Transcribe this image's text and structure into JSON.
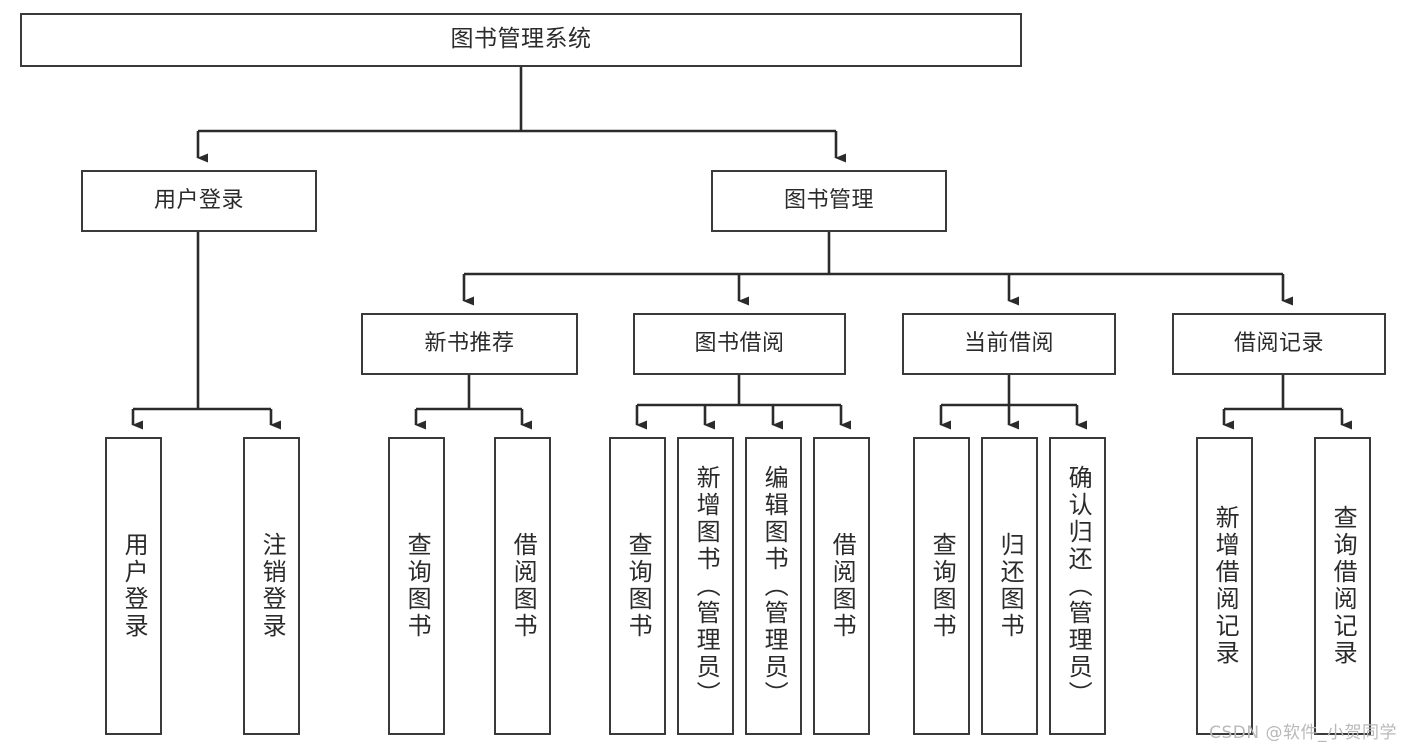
{
  "diagram": {
    "title": "图书管理系统",
    "type": "tree-hierarchy",
    "watermark": "CSDN @软件_小贺同学",
    "colors": {
      "background": "#ffffff",
      "box_border": "#3a3a3a",
      "box_fill": "#ffffff",
      "text": "#2b2b2b",
      "connector": "#2b2b2b",
      "watermark": "#b9b9b9"
    },
    "root": {
      "label": "图书管理系统"
    },
    "level2": [
      {
        "label": "用户登录"
      },
      {
        "label": "图书管理"
      }
    ],
    "level3": [
      {
        "label": "新书推荐"
      },
      {
        "label": "图书借阅"
      },
      {
        "label": "当前借阅"
      },
      {
        "label": "借阅记录"
      }
    ],
    "leaves": {
      "user_login": [
        {
          "label": "用户登录"
        },
        {
          "label": "注销登录"
        }
      ],
      "new_book_recommend": [
        {
          "label": "查询图书"
        },
        {
          "label": "借阅图书"
        }
      ],
      "book_borrow": [
        {
          "label": "查询图书"
        },
        {
          "label": "新增图书（管理员）"
        },
        {
          "label": "编辑图书（管理员）"
        },
        {
          "label": "借阅图书"
        }
      ],
      "current_borrow": [
        {
          "label": "查询图书"
        },
        {
          "label": "归还图书"
        },
        {
          "label": "确认归还（管理员）"
        }
      ],
      "borrow_record": [
        {
          "label": "新增借阅记录"
        },
        {
          "label": "查询借阅记录"
        }
      ]
    }
  }
}
